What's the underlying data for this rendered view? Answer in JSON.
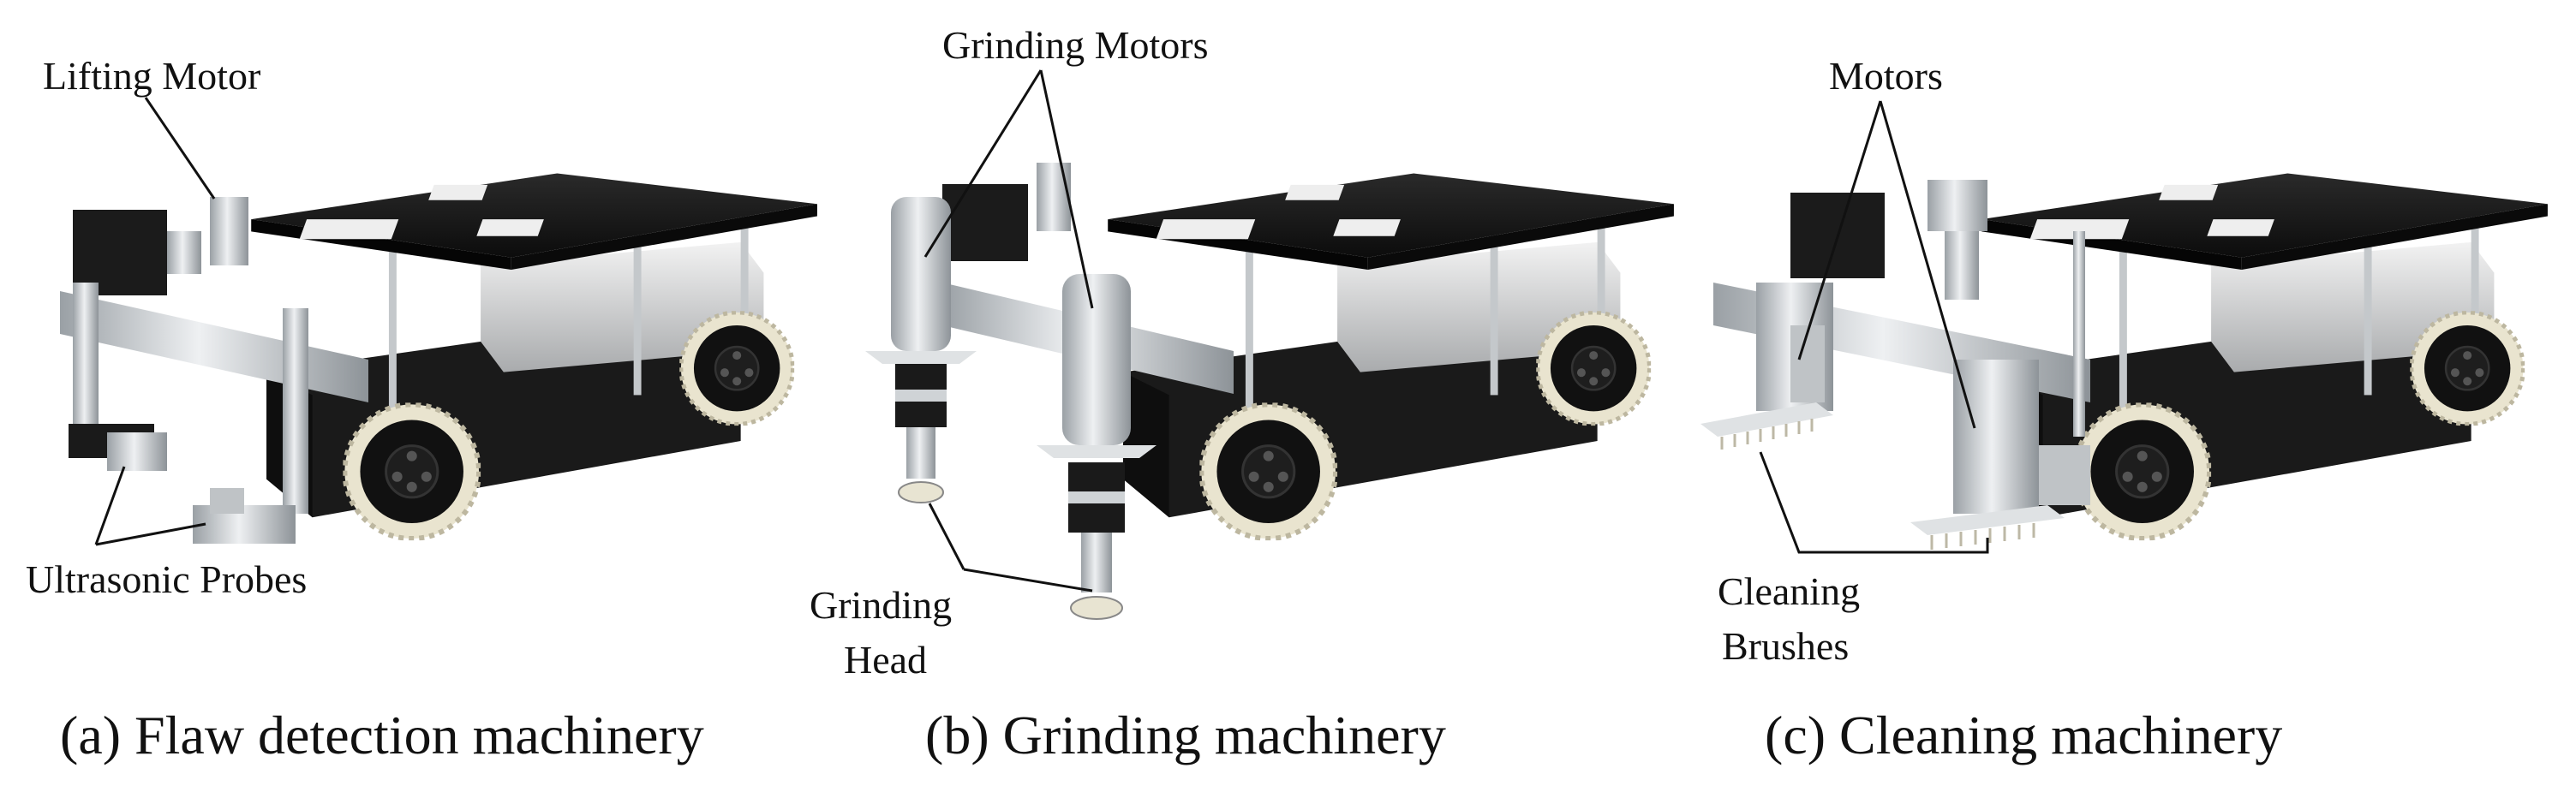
{
  "panels": [
    {
      "caption": "(a) Flaw detection machinery",
      "callouts": [
        "Lifting Motor",
        "Ultrasonic Probes"
      ]
    },
    {
      "caption": "(b)  Grinding  machinery",
      "callouts": [
        "Grinding Motors",
        "Grinding",
        "Head"
      ]
    },
    {
      "caption": "(c)  Cleaning  machinery",
      "callouts": [
        "Motors",
        "Cleaning",
        "Brushes"
      ]
    }
  ],
  "colors": {
    "plate": "#151515",
    "chassis": "#1c1c1c",
    "aluminium": "#cfd3d6",
    "battery": "#d9dadb",
    "tire_tread": "#f2efe2"
  }
}
